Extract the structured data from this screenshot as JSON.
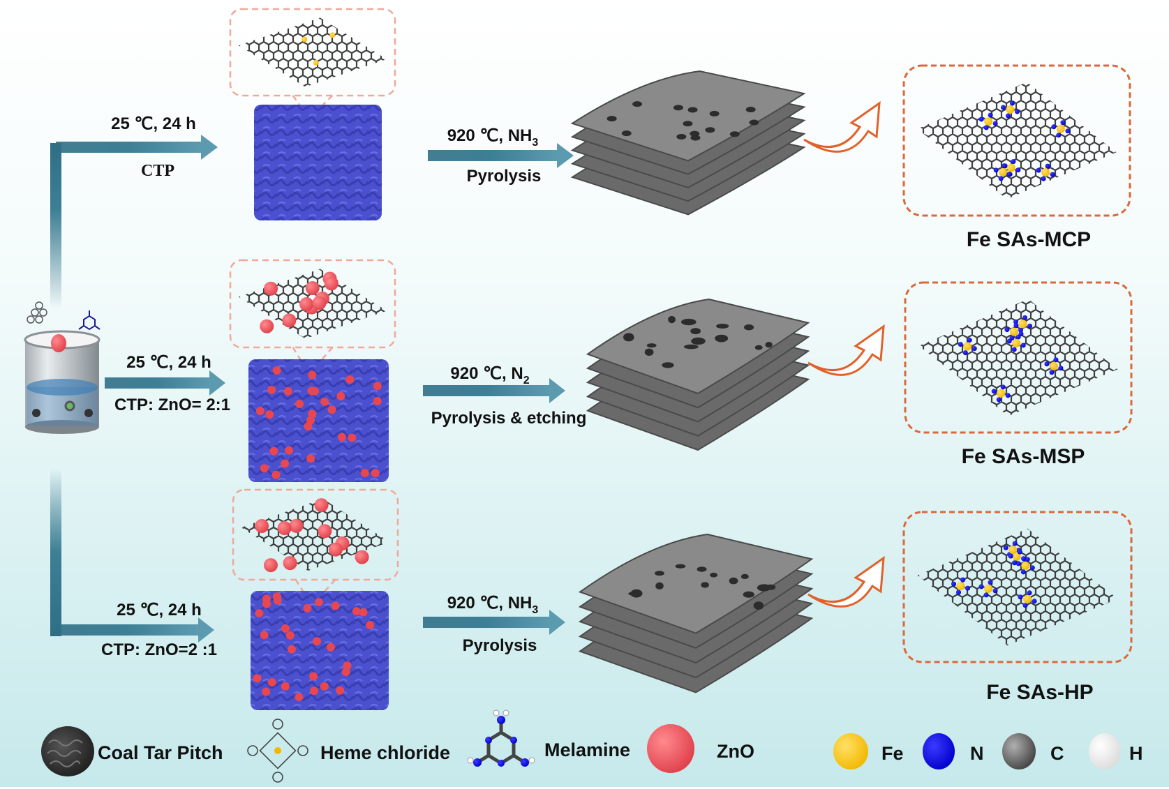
{
  "route_top": {
    "condition": "25 ℃, 24 h",
    "precursor": "CTP",
    "pyrolysis_condition": "920 ℃, NH",
    "pyrolysis_condition_sub": "3",
    "pyrolysis_step": "Pyrolysis",
    "product": "Fe SAs-MCP"
  },
  "route_middle": {
    "condition": "25 ℃, 24 h",
    "precursor": "CTP: ZnO= 2:1",
    "pyrolysis_condition": "920 ℃, N",
    "pyrolysis_condition_sub": "2",
    "pyrolysis_step": "Pyrolysis & etching",
    "product": "Fe SAs-MSP"
  },
  "route_bottom": {
    "condition": "25 ℃, 24 h",
    "precursor": "CTP: ZnO=2 :1",
    "pyrolysis_condition": "920 ℃, NH",
    "pyrolysis_condition_sub": "3",
    "pyrolysis_step": "Pyrolysis",
    "product": "Fe SAs-HP"
  },
  "legend": {
    "coal_tar_pitch": "Coal Tar Pitch",
    "heme_chloride": "Heme chloride",
    "melamine": "Melamine",
    "zno": "ZnO",
    "fe": "Fe",
    "n": "N",
    "c": "C",
    "h": "H"
  },
  "colors": {
    "arrow": "#2f6f86",
    "curved_arrow": "#e0622a",
    "dashed_box_light": "#f0a898",
    "dashed_box_dark": "#d9683a",
    "foam": "#4b50cf",
    "zno": "#e8474f",
    "fe": "#f6c20a",
    "n": "#1010e0",
    "c": "#555555"
  }
}
